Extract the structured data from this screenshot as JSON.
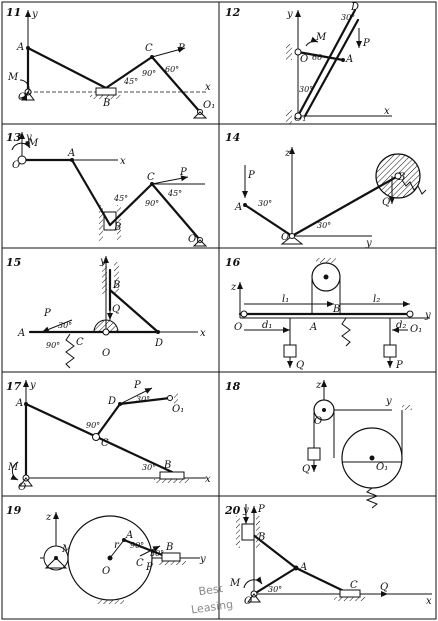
{
  "panels": [
    {
      "number": "11",
      "labels": {
        "y": "y",
        "x": "x",
        "A": "A",
        "B": "B",
        "C": "C",
        "P": "P",
        "M": "M",
        "O": "O",
        "O1": "O₁",
        "a1": "90°",
        "a2": "60°",
        "a3": "45°"
      }
    },
    {
      "number": "12",
      "labels": {
        "y": "y",
        "x": "x",
        "M": "M",
        "O": "O",
        "O1": "O₁",
        "D": "D",
        "A": "A",
        "P": "P",
        "a1": "30°",
        "a2": "60",
        "a3": "30°"
      }
    },
    {
      "number": "13",
      "labels": {
        "y": "y",
        "x": "x",
        "M": "M",
        "O": "O",
        "A": "A",
        "B": "B",
        "C": "C",
        "P": "P",
        "O1": "O₁",
        "a1": "45°",
        "a2": "90°",
        "a3": "45°"
      }
    },
    {
      "number": "14",
      "labels": {
        "z": "z",
        "y": "y",
        "P": "P",
        "A": "A",
        "O": "O",
        "B": "B",
        "Q": "Q",
        "a1": "30°",
        "a2": "30°"
      }
    },
    {
      "number": "15",
      "labels": {
        "y": "y",
        "x": "x",
        "B": "B",
        "Q": "Q",
        "P": "P",
        "A": "A",
        "C": "C",
        "O": "O",
        "D": "D",
        "a1": "30°",
        "a2": "90°"
      }
    },
    {
      "number": "16",
      "labels": {
        "z": "z",
        "y": "y",
        "O": "O",
        "O1": "O₁",
        "A": "A",
        "B": "B",
        "l1": "l₁",
        "l2": "l₂",
        "d1": "d₁",
        "d2": "d₂",
        "Q": "Q",
        "P": "P"
      }
    },
    {
      "number": "17",
      "labels": {
        "y": "y",
        "x": "x",
        "A": "A",
        "D": "D",
        "P": "P",
        "C": "C",
        "B": "B",
        "M": "M",
        "O": "O",
        "O1": "O₁",
        "a1": "30°",
        "a2": "90°",
        "a3": "30°"
      }
    },
    {
      "number": "18",
      "labels": {
        "z": "z",
        "y": "y",
        "O": "O",
        "O1": "O₁",
        "Q": "Q"
      }
    },
    {
      "number": "19",
      "labels": {
        "z": "z",
        "y": "y",
        "M": "M",
        "O": "O",
        "A": "A",
        "B": "B",
        "C": "C",
        "P": "P",
        "r": "r",
        "a1": "90°",
        "a2": "30°"
      }
    },
    {
      "number": "20",
      "labels": {
        "y": "y",
        "x": "x",
        "P": "P",
        "B": "B",
        "A": "A",
        "M": "M",
        "O": "O",
        "C": "C",
        "Q": "Q",
        "a1": "30°"
      }
    }
  ],
  "watermark": {
    "line1": "Best",
    "line2": "Leasing"
  }
}
